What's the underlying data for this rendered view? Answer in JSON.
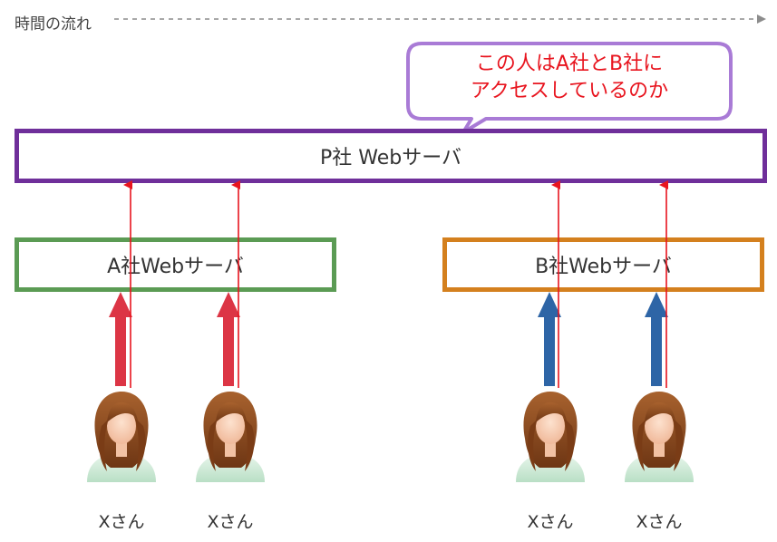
{
  "timeline": {
    "label": "時間の流れ"
  },
  "callout": {
    "line1": "この人はA社とB社に",
    "line2": "アクセスしているのか",
    "color": "#e8141e"
  },
  "servers": {
    "p": {
      "label": "P社 Webサーバ",
      "border": "#6f2f9a"
    },
    "a": {
      "label": "A社Webサーバ",
      "border": "#5b9b54"
    },
    "b": {
      "label": "B社Webサーバ",
      "border": "#d4801e"
    }
  },
  "users": [
    {
      "label": "Xさん",
      "site": "A"
    },
    {
      "label": "Xさん",
      "site": "A"
    },
    {
      "label": "Xさん",
      "site": "B"
    },
    {
      "label": "Xさん",
      "site": "B"
    }
  ],
  "colors": {
    "a_arrow": "#dc3545",
    "b_arrow": "#2e65a6",
    "tracking_arrow": "#e8141e",
    "callout_border": "#a97bd6"
  },
  "icons": {
    "user": "woman-avatar-icon"
  }
}
